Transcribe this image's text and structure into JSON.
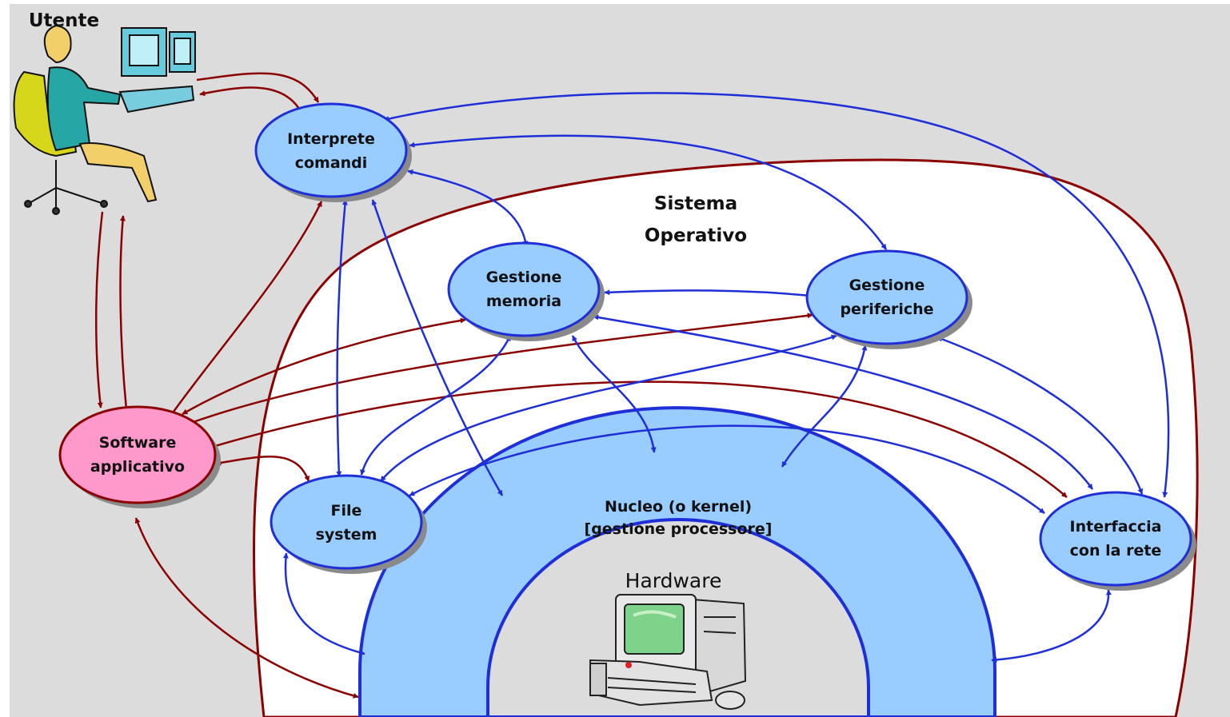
{
  "labels": {
    "user": "Utente",
    "os_line1": "Sistema",
    "os_line2": "Operativo",
    "hardware": "Hardware"
  },
  "nodes": {
    "interprete": {
      "line1": "Interprete",
      "line2": "comandi"
    },
    "memoria": {
      "line1": "Gestione",
      "line2": "memoria"
    },
    "periferiche": {
      "line1": "Gestione",
      "line2": "periferiche"
    },
    "software": {
      "line1": "Software",
      "line2": "applicativo"
    },
    "filesystem": {
      "line1": "File",
      "line2": "system"
    },
    "rete": {
      "line1": "Interfaccia",
      "line2": "con la rete"
    },
    "nucleo": {
      "line1": "Nucleo (o kernel)",
      "line2": "[gestione processore]"
    }
  },
  "colors": {
    "background": "#dcdcdc",
    "os_area": "#ffffff",
    "node_fill": "#99ccff",
    "node_stroke": "#1f2fd8",
    "software_fill": "#ff99cc",
    "software_stroke": "#8b0000",
    "blue_arrow": "#1f2fd8",
    "red_arrow": "#8b0000",
    "shadow": "#8a8a8a"
  },
  "icons": {
    "user": "user-at-computer-icon",
    "hardware": "desktop-computer-icon"
  }
}
